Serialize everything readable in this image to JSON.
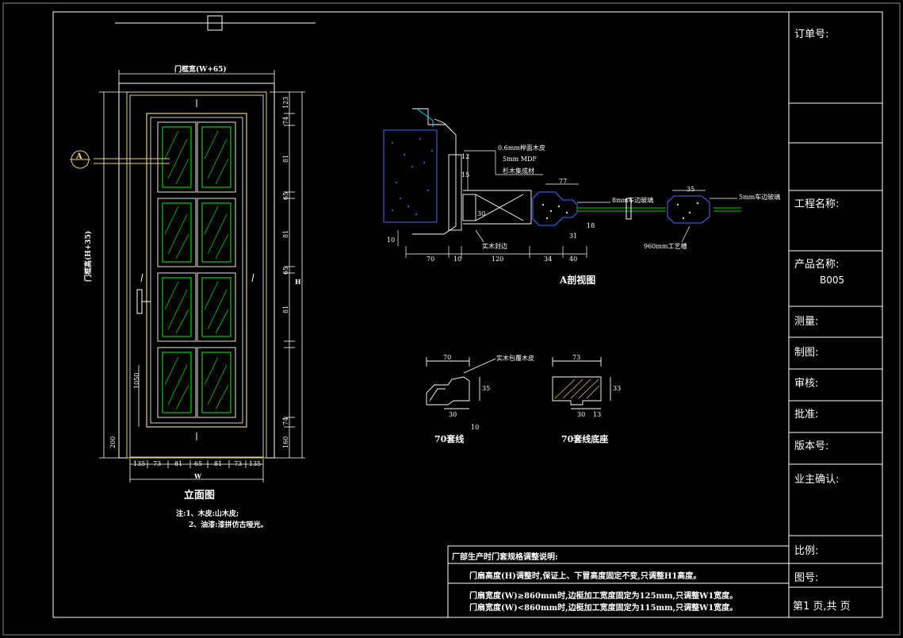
{
  "title_block": {
    "order_no_label": "订单号:",
    "project_name_label": "工程名称:",
    "product_name_label": "产品名称:",
    "product_name_value": "B005",
    "measure_label": "测量:",
    "drafting_label": "制图:",
    "review_label": "审核:",
    "approve_label": "批准:",
    "version_label": "版本号:",
    "owner_confirm_label": "业主确认:",
    "scale_label": "比例:",
    "drawing_no_label": "图号:",
    "page_label": "第1 页,共   页"
  },
  "elevation": {
    "title": "立面图",
    "note_line1": "注:1、木皮:山木皮;",
    "note_line2": "2、油漆:漆拼仿古哑光。",
    "width_label": "门框宽(W+65)",
    "height_label": "门框高(H+35)",
    "w_label": "W",
    "h_label": "H",
    "handle_height": "1050",
    "bottom_dim": "200",
    "section_marker": "A",
    "bottom_dims": [
      "135",
      "73",
      "81",
      "65",
      "81",
      "73",
      "135"
    ],
    "right_dims": [
      "123",
      "74",
      "81",
      "65",
      "81",
      "65",
      "81",
      "74",
      "160"
    ]
  },
  "section_a": {
    "title": "A剖视图",
    "callout1": "0.6mm榉面木皮",
    "callout2": "5mm MDF",
    "callout3": "杉木集成材",
    "callout_bottom": "实木封边",
    "callout_right1": "8mm车边玻璃",
    "callout_right2": "5mm车边玻璃",
    "callout_right3": "960mm工艺槽",
    "dims_bottom": [
      "70",
      "10",
      "120",
      "34",
      "40"
    ],
    "dims_misc": [
      "12",
      "15",
      "77",
      "35",
      "31",
      "18",
      "10",
      "30"
    ]
  },
  "profiles": {
    "left_title": "70套线",
    "right_title": "70套线底座",
    "left_callout": "实木包覆木皮",
    "left_top": "70",
    "left_side": "35",
    "left_bottom1": "30",
    "left_bottom2": "10",
    "right_top": "73",
    "right_side": "33",
    "right_bottom1": "30",
    "right_bottom2": "13"
  },
  "notes_box": {
    "heading": "厂部生产时门套规格调整说明:",
    "line1": "门扇高度(H)调整时,保证上、下冒高度固定不变,只调整H1高度。",
    "line2": "门扇宽度(W)≥860mm时,边梃加工宽度固定为125mm,只调整W1宽度。",
    "line3": "门扇宽度(W)<860mm时,边梃加工宽度固定为115mm,只调整W1宽度。"
  }
}
